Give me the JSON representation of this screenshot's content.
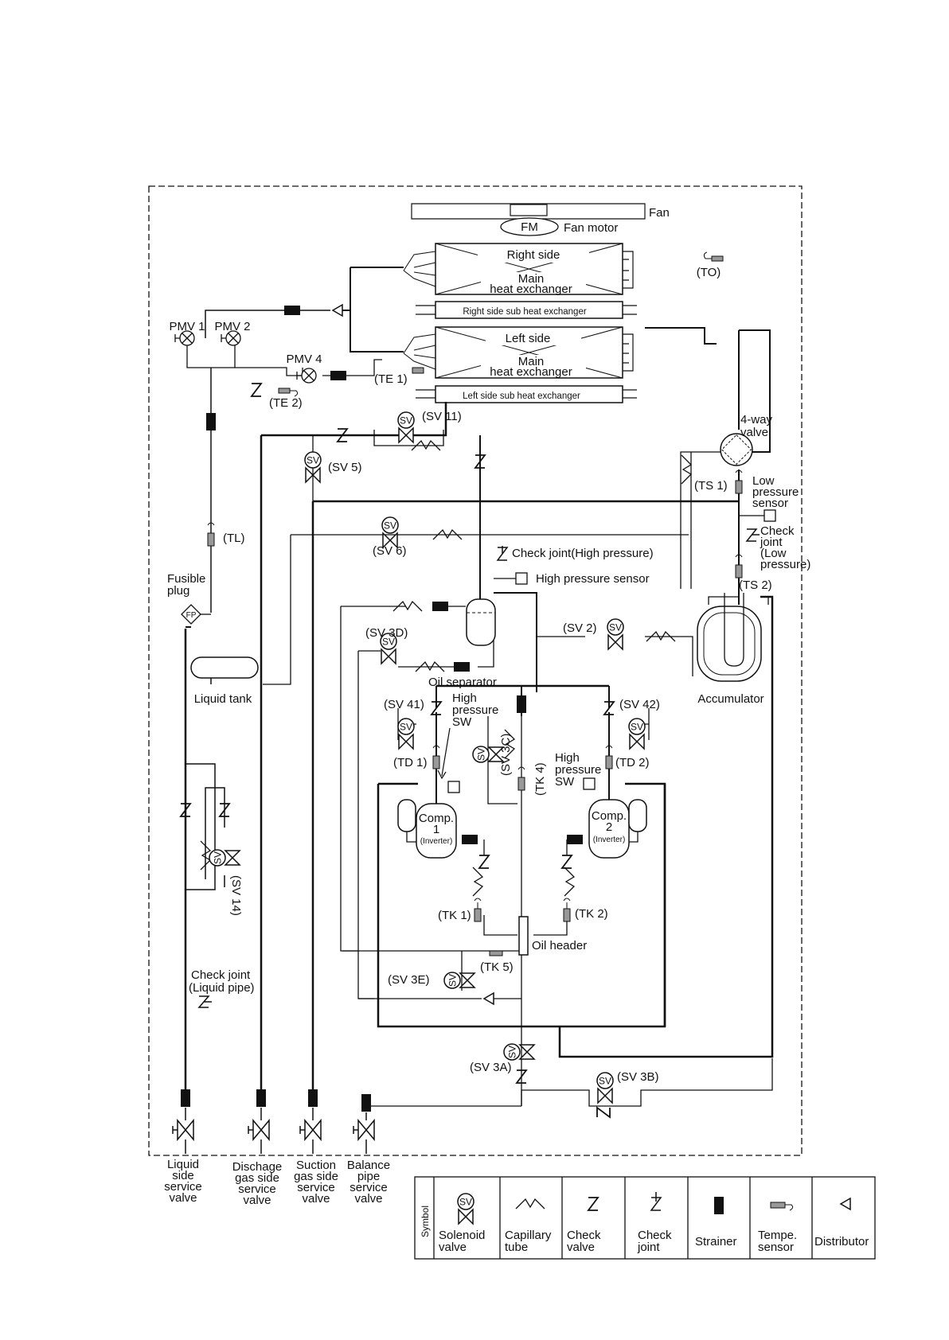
{
  "labels": {
    "fan": "Fan",
    "fm": "FM",
    "fan_motor": "Fan motor",
    "right_side": "Right side",
    "main1": "Main",
    "hex1": "heat exchanger",
    "right_sub": "Right side sub heat exchanger",
    "left_side": "Left side",
    "main2": "Main",
    "hex2": "heat exchanger",
    "left_sub": "Left side sub heat exchanger",
    "to": "(TO)",
    "pmv1": "PMV 1",
    "pmv2": "PMV 2",
    "pmv4": "PMV 4",
    "te1": "(TE 1)",
    "te2": "(TE 2)",
    "sv11": "(SV 11)",
    "sv5": "(SV 5)",
    "fourway1": "4-way",
    "fourway2": "valve",
    "ts1": "(TS 1)",
    "lps1": "Low",
    "lps2": "pressure",
    "lps3": "sensor",
    "cj_low1": "Check",
    "cj_low2": "joint",
    "cj_low3": "(Low",
    "cj_low4": "pressure)",
    "ts2": "(TS 2)",
    "tl": "(TL)",
    "sv6": "(SV 6)",
    "cj_high": "Check joint(High pressure)",
    "hps": "High pressure sensor",
    "fusible1": "Fusible",
    "fusible2": "plug",
    "fp": "FP",
    "sv2": "(SV 2)",
    "sv3d": "(SV 3D)",
    "oil_sep": "Oil separator",
    "liquid_tank": "Liquid tank",
    "accumulator": "Accumulator",
    "sv41": "(SV 41)",
    "hpsw1a": "High",
    "hpsw1b": "pressure",
    "hpsw1c": "SW",
    "sv42": "(SV 42)",
    "td1": "(TD 1)",
    "sv3c": "(SV 3C)",
    "tk4": "(TK 4)",
    "hpsw2a": "High",
    "hpsw2b": "pressure",
    "hpsw2c": "SW",
    "td2": "(TD 2)",
    "comp1a": "Comp.",
    "comp1b": "1",
    "comp1c": "(Inverter)",
    "comp2a": "Comp.",
    "comp2b": "2",
    "comp2c": "(Inverter)",
    "sv14": "(SV 14)",
    "tk1": "(TK 1)",
    "tk2": "(TK 2)",
    "oil_header": "Oil header",
    "cj_liq1": "Check joint",
    "cj_liq2": "(Liquid pipe)",
    "tk5": "(TK 5)",
    "sv3e": "(SV 3E)",
    "sv3a": "(SV 3A)",
    "sv3b": "(SV 3B)",
    "sv": "SV",
    "bottom": [
      [
        "Liquid",
        "side",
        "service",
        "valve"
      ],
      [
        "Dischage",
        "gas side",
        "service",
        "valve"
      ],
      [
        "Suction",
        "gas side",
        "service",
        "valve"
      ],
      [
        "Balance",
        "pipe",
        "service",
        "valve"
      ]
    ]
  },
  "legend": {
    "title": "Symbol",
    "items": [
      {
        "l1": "Solenoid",
        "l2": "valve"
      },
      {
        "l1": "Capillary",
        "l2": "tube"
      },
      {
        "l1": "Check",
        "l2": "valve"
      },
      {
        "l1": "Check",
        "l2": "joint"
      },
      {
        "l1": "Strainer",
        "l2": ""
      },
      {
        "l1": "Tempe.",
        "l2": "sensor"
      },
      {
        "l1": "Distributor",
        "l2": ""
      }
    ]
  }
}
